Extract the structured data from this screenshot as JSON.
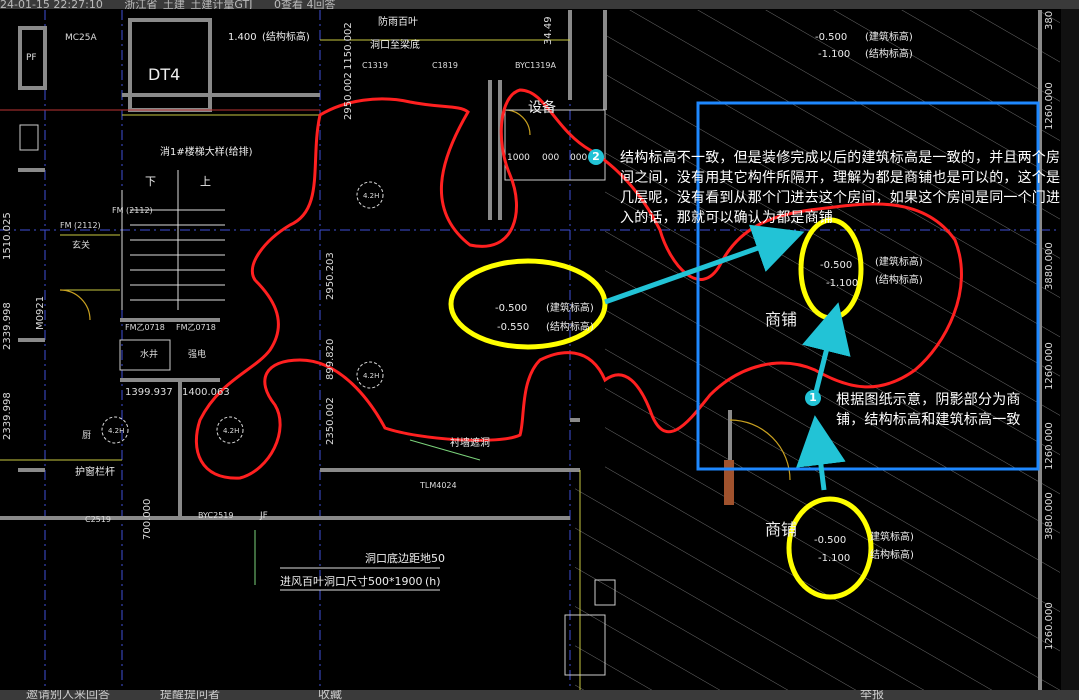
{
  "top_bar": {
    "datetime": "24-01-15 22:27:10",
    "region": "浙江省_土建_土建计量GTJ",
    "stats": "0查看 4回答"
  },
  "bottom_bar": {
    "invite": "邀请别人来回答",
    "remind": "提醒提问者",
    "collect": "收藏",
    "report": "举报"
  },
  "colors": {
    "red_outline": "#ff2020",
    "yellow_circle": "#ffff00",
    "blue_box": "#1e88ff",
    "cyan_arrow": "#22c3d6",
    "wall": "#808080",
    "door": "#c8a020"
  },
  "drawing": {
    "room_labels": {
      "shop1": "商铺",
      "shop2": "商铺",
      "equipment": "设备",
      "dt": "DT4",
      "foyer": "玄关",
      "kitchen": "厨",
      "hole_top": "洞口至梁底",
      "louver_top": "防雨百叶",
      "stair_detail": "消1#楼梯大样(给排)",
      "stair_down": "下",
      "stair_up": "上",
      "fire_tap": "水井",
      "elec": "强电",
      "wall_door": "衬墙遮洞",
      "railing": "护窗栏杆",
      "hole_bottom": "洞口底边距地50",
      "louver_size": "进风百叶洞口尺寸500*1900",
      "louver_h": "(h)",
      "code_jf": "JF",
      "code_hd": "4.2H",
      "code_hd2": "4.2H",
      "code_hd3": "4.2H",
      "code_hd4": "4.2H"
    },
    "codes": {
      "mc": "MC25A",
      "fm_top": "FM (2112)",
      "fm_left": "FM (2112)",
      "fm_a": "FM乙0718",
      "fm_b": "FM乙0718",
      "c1": "C1319",
      "c2": "C1819",
      "byc": "BYC1319A",
      "byc2": "BYC2519",
      "c3": "C2519",
      "tlm": "TLM4024",
      "m": "M0921",
      "pf": "PF",
      "elev_struct": "1.400",
      "elev_struct_label": "(结构标高)",
      "door_val": "1000",
      "door_val2": "000",
      "door_val3": "000"
    },
    "dims": {
      "d1": "1399.937",
      "d2": "1400.063",
      "d3": "2950.203",
      "d4": "899.820",
      "d5": "2350.002",
      "d6": "2950.002",
      "d7": "2339.998",
      "d8": "1510.025",
      "d9": "1150.002",
      "d10": "34.49",
      "d11": "3880.000",
      "d12": "1260.000",
      "d13": "3880.000",
      "d14": "1260.000",
      "d15": "1260.000",
      "d16": "1260.000",
      "d17": "700.000",
      "d18": "2339.998",
      "d19": "380"
    },
    "elevations": {
      "top_right": {
        "a": "-0.500",
        "a_label": "(建筑标高)",
        "b": "-1.100",
        "b_label": "(结构标高)"
      },
      "middle": {
        "a": "-0.500",
        "a_label": "(建筑标高)",
        "b": "-0.550",
        "b_label": "(结构标高)"
      },
      "right_upper": {
        "a": "-0.500",
        "a_label": "(建筑标高)",
        "b": "-1.100",
        "b_label": "(结构标高)"
      },
      "right_lower": {
        "a": "-0.500",
        "a_label": "建筑标高)",
        "b": "-1.100",
        "b_label": "结构标高)"
      }
    }
  },
  "annotations": {
    "note1": {
      "marker": "1",
      "text": "根据图纸示意，阴影部分为商铺，结构标高和建筑标高一致"
    },
    "note2": {
      "marker": "2",
      "text": "结构标高不一致，但是装修完成以后的建筑标高是一致的，并且两个房间之间，没有用其它构件所隔开，理解为都是商铺也是可以的，这个是几层呢，没有看到从那个门进去这个房间，如果这个房间是同一个门进入的话，那就可以确认为都是商铺"
    }
  }
}
